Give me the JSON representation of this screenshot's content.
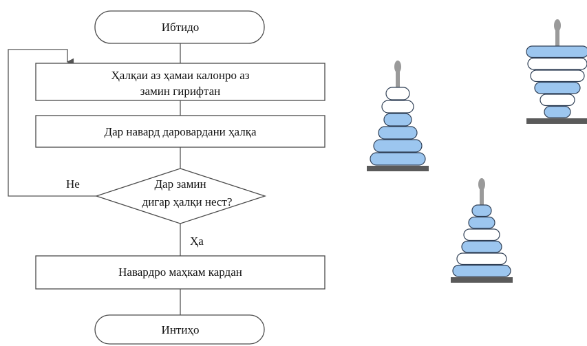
{
  "flowchart": {
    "start_label": "Ибтидо",
    "step1_line1": "Ҳалқаи аз ҳамаи калонро аз",
    "step1_line2": "замин гирифтан",
    "step2_label": "Дар навард даровардани ҳалқа",
    "decision_line1": "Дар замин",
    "decision_line2": "дигар ҳалқи нест?",
    "no_label": "Не",
    "yes_label": "Ҳа",
    "step3_label": "Навардро маҳкам кардан",
    "end_label": "Интиҳо"
  },
  "illustration": {
    "description_icons": [
      "ring-stack-tower-icon"
    ],
    "colors": {
      "blue_ring": "#9cc6ef",
      "white_ring": "#ffffff",
      "ring_outline": "#2f3f55",
      "base": "#5a5a5a",
      "peg": "#9a9a9a"
    }
  }
}
